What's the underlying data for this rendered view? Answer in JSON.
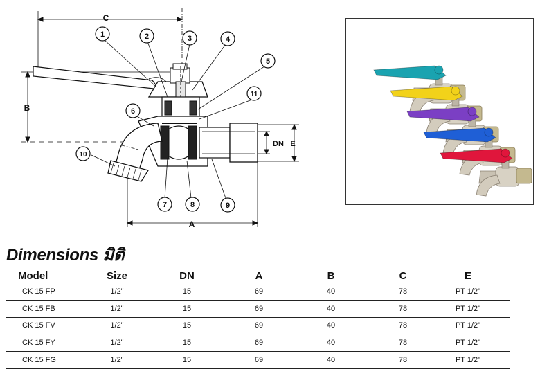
{
  "diagram": {
    "callouts": [
      "1",
      "2",
      "3",
      "4",
      "5",
      "6",
      "7",
      "8",
      "9",
      "10",
      "11"
    ],
    "dimension_labels": {
      "a": "A",
      "b": "B",
      "c": "C",
      "dn": "DN",
      "e": "E"
    }
  },
  "photo": {
    "handle_colors": [
      "#1aa3b0",
      "#f2d21a",
      "#7b3fc4",
      "#1f5fd6",
      "#e0163c"
    ]
  },
  "heading": "Dimensions มิติ",
  "table": {
    "headers": [
      "Model",
      "Size",
      "DN",
      "A",
      "B",
      "C",
      "E"
    ],
    "rows": [
      [
        "CK 15 FP",
        "1/2\"",
        "15",
        "69",
        "40",
        "78",
        "PT 1/2\""
      ],
      [
        "CK 15 FB",
        "1/2\"",
        "15",
        "69",
        "40",
        "78",
        "PT 1/2\""
      ],
      [
        "CK 15 FV",
        "1/2\"",
        "15",
        "69",
        "40",
        "78",
        "PT 1/2\""
      ],
      [
        "CK 15 FY",
        "1/2\"",
        "15",
        "69",
        "40",
        "78",
        "PT 1/2\""
      ],
      [
        "CK 15 FG",
        "1/2\"",
        "15",
        "69",
        "40",
        "78",
        "PT 1/2\""
      ]
    ]
  }
}
